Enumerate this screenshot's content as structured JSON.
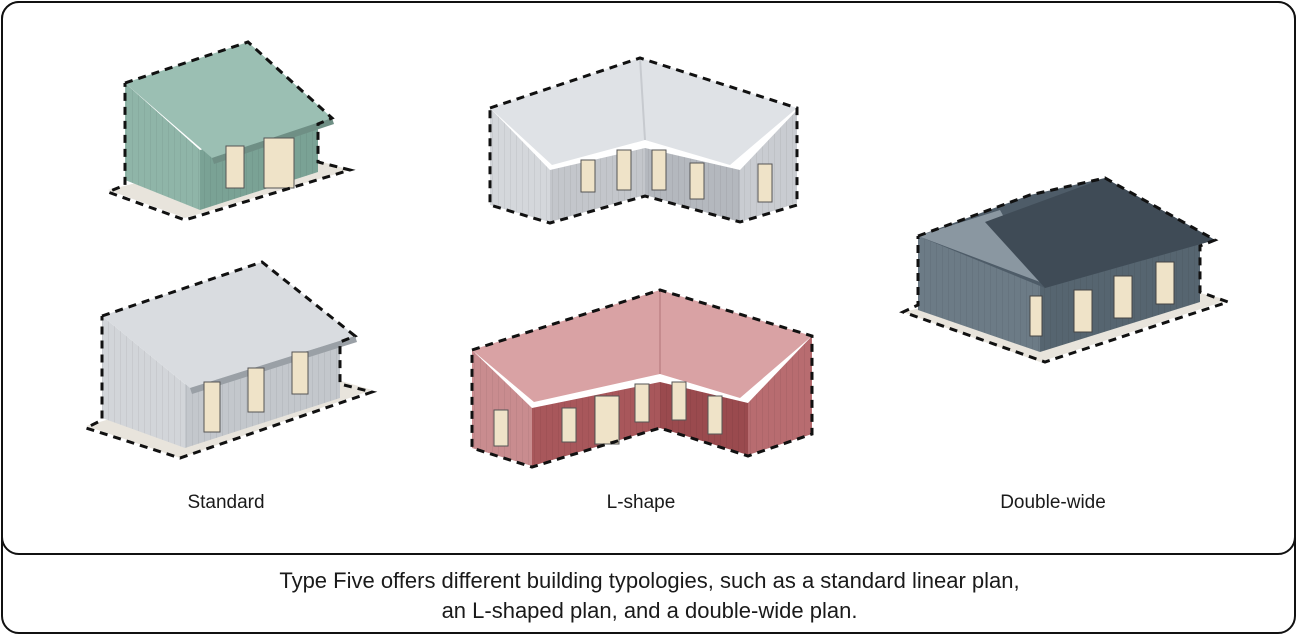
{
  "labels": {
    "standard": "Standard",
    "l_shape": "L-shape",
    "double_wide": "Double-wide"
  },
  "caption": {
    "line1": "Type Five offers different building typologies, such as a standard linear plan,",
    "line2": "an L-shaped plan, and a double-wide plan."
  },
  "colors": {
    "teal_roof": "#8fb3a8",
    "teal_wall": "#7fa89b",
    "white_roof": "#dcdfe3",
    "white_wall": "#c9ccd1",
    "pink_roof": "#d69a9c",
    "pink_wall": "#a8585c",
    "slate_roof": "#4b5a66",
    "slate_wall": "#5e6d78",
    "slab": "#e8e4dc",
    "window": "#efe3c8"
  }
}
